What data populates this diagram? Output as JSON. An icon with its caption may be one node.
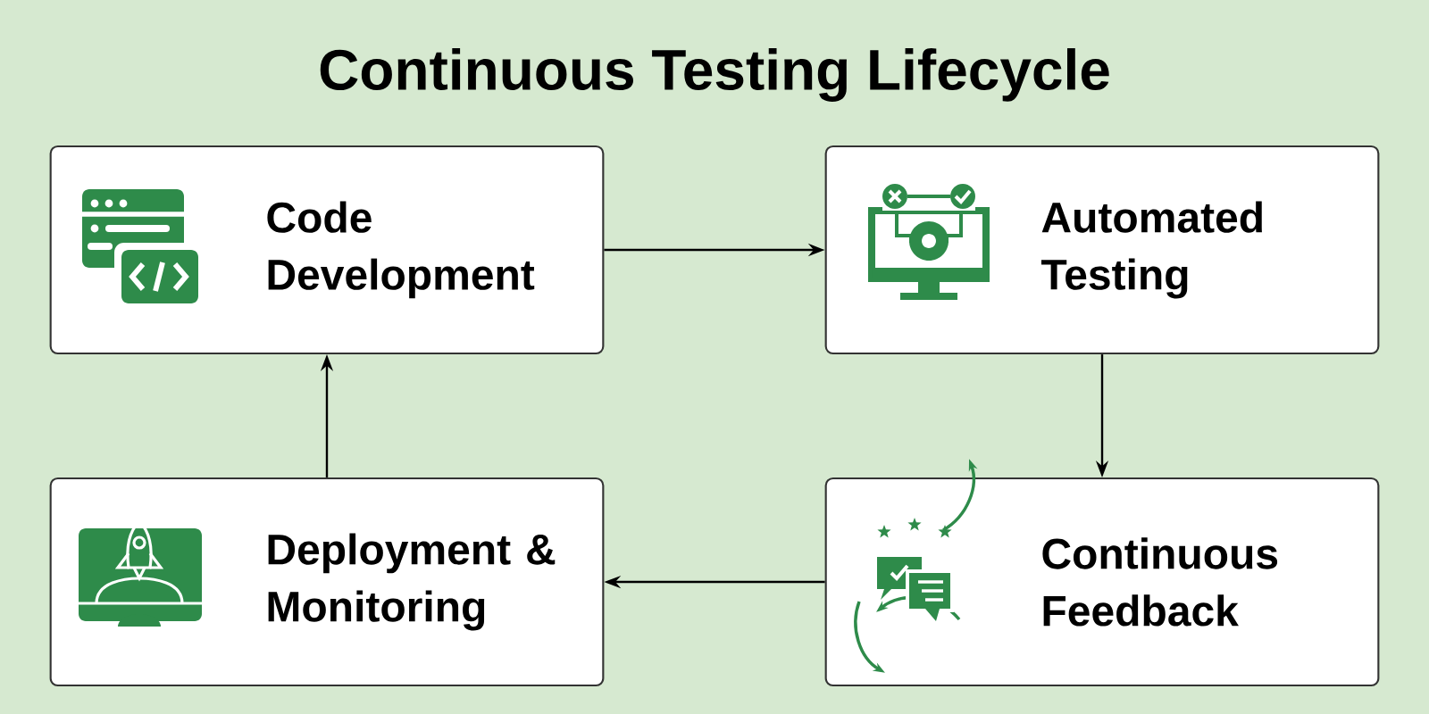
{
  "diagram": {
    "title": "Continuous Testing Lifecycle",
    "nodes": [
      {
        "text": [
          "Code Development"
        ]
      },
      {
        "text": [
          "Automated Testing"
        ]
      },
      {
        "text": [
          "Deployment & Monitoring"
        ]
      },
      {
        "text": [
          "Continuous Feedback"
        ]
      }
    ],
    "edges": [
      {
        "from": 0,
        "to": 1,
        "arrow": "to"
      },
      {
        "from": 1,
        "to": 3,
        "arrow": "to"
      },
      {
        "from": 3,
        "to": 2,
        "arrow": "to"
      },
      {
        "from": 2,
        "to": 0,
        "arrow": "to"
      }
    ]
  }
}
